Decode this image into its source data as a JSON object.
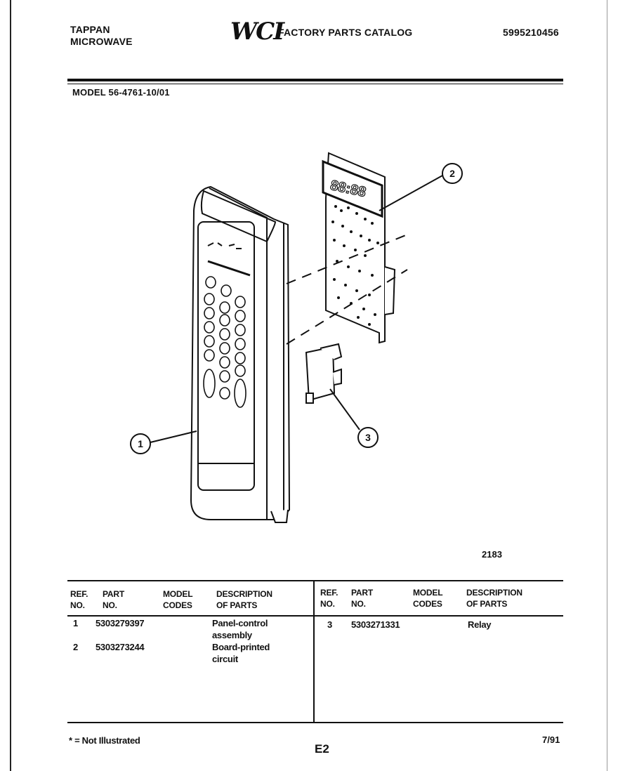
{
  "header": {
    "brand_line1": "TAPPAN",
    "brand_line2": "MICROWAVE",
    "logo_text": "WCI",
    "catalog_title": "FACTORY PARTS CATALOG",
    "catalog_number": "5995210456",
    "model_label": "MODEL 56-4761-10/01"
  },
  "diagram": {
    "drawing_number": "2183",
    "callouts": [
      "1",
      "2",
      "3"
    ],
    "display_digits": "88:88"
  },
  "table": {
    "headers": {
      "ref": [
        "REF.",
        "NO."
      ],
      "part": [
        "PART",
        "NO."
      ],
      "model": [
        "MODEL",
        "CODES"
      ],
      "desc": [
        "DESCRIPTION",
        "OF PARTS"
      ]
    },
    "left_rows": [
      {
        "ref": "1",
        "part": "5303279397",
        "model": "",
        "desc_line1": "Panel-control",
        "desc_line2": "assembly"
      },
      {
        "ref": "2",
        "part": "5303273244",
        "model": "",
        "desc_line1": "Board-printed",
        "desc_line2": "circuit"
      }
    ],
    "right_rows": [
      {
        "ref": "3",
        "part": "5303271331",
        "model": "",
        "desc_line1": "Relay",
        "desc_line2": ""
      }
    ]
  },
  "footer": {
    "note": "* = Not Illustrated",
    "page": "E2",
    "date": "7/91"
  }
}
